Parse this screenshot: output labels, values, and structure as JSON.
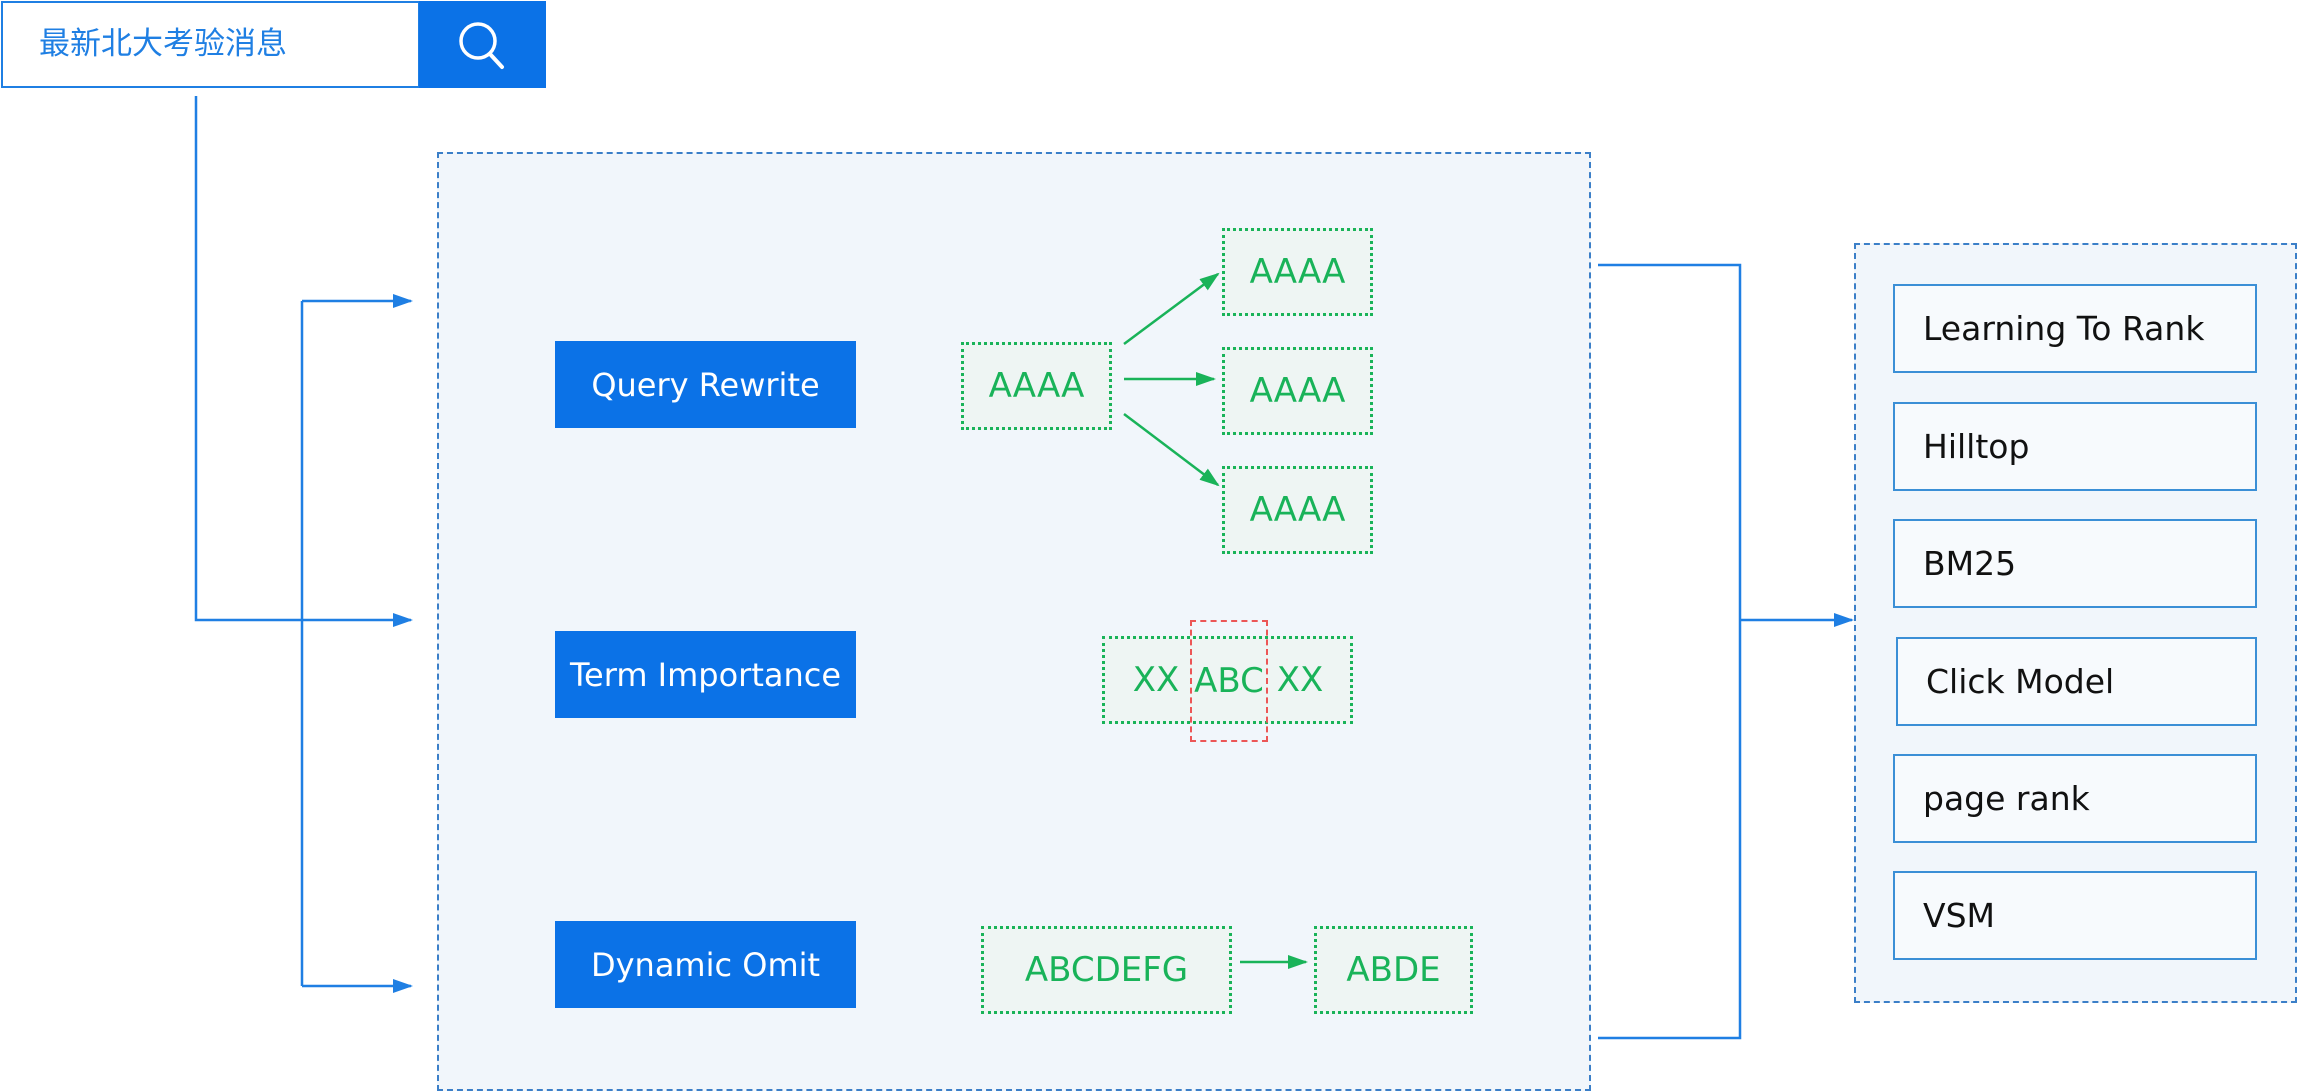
{
  "search": {
    "query": "最新北大考验消息",
    "button_icon": "search-icon"
  },
  "modules": {
    "query_rewrite": "Query Rewrite",
    "term_importance": "Term Importance",
    "dynamic_omit": "Dynamic Omit"
  },
  "query_rewrite_example": {
    "source": "AAAA",
    "outputs": [
      "AAAA",
      "AAAA",
      "AAAA"
    ]
  },
  "term_importance_example": {
    "left": "XX",
    "center": "ABC",
    "right": "XX"
  },
  "dynamic_omit_example": {
    "source": "ABCDEFG",
    "target": "ABDE"
  },
  "ranking_models": [
    "Learning To Rank",
    "Hilltop",
    "BM25",
    "Click Model",
    "page rank",
    "VSM"
  ],
  "colors": {
    "primary_blue": "#0b72e7",
    "line_blue": "#1f7fe3",
    "green": "#19b359",
    "red_dashed": "#ec5656",
    "panel_bg": "#f1f6fb"
  }
}
